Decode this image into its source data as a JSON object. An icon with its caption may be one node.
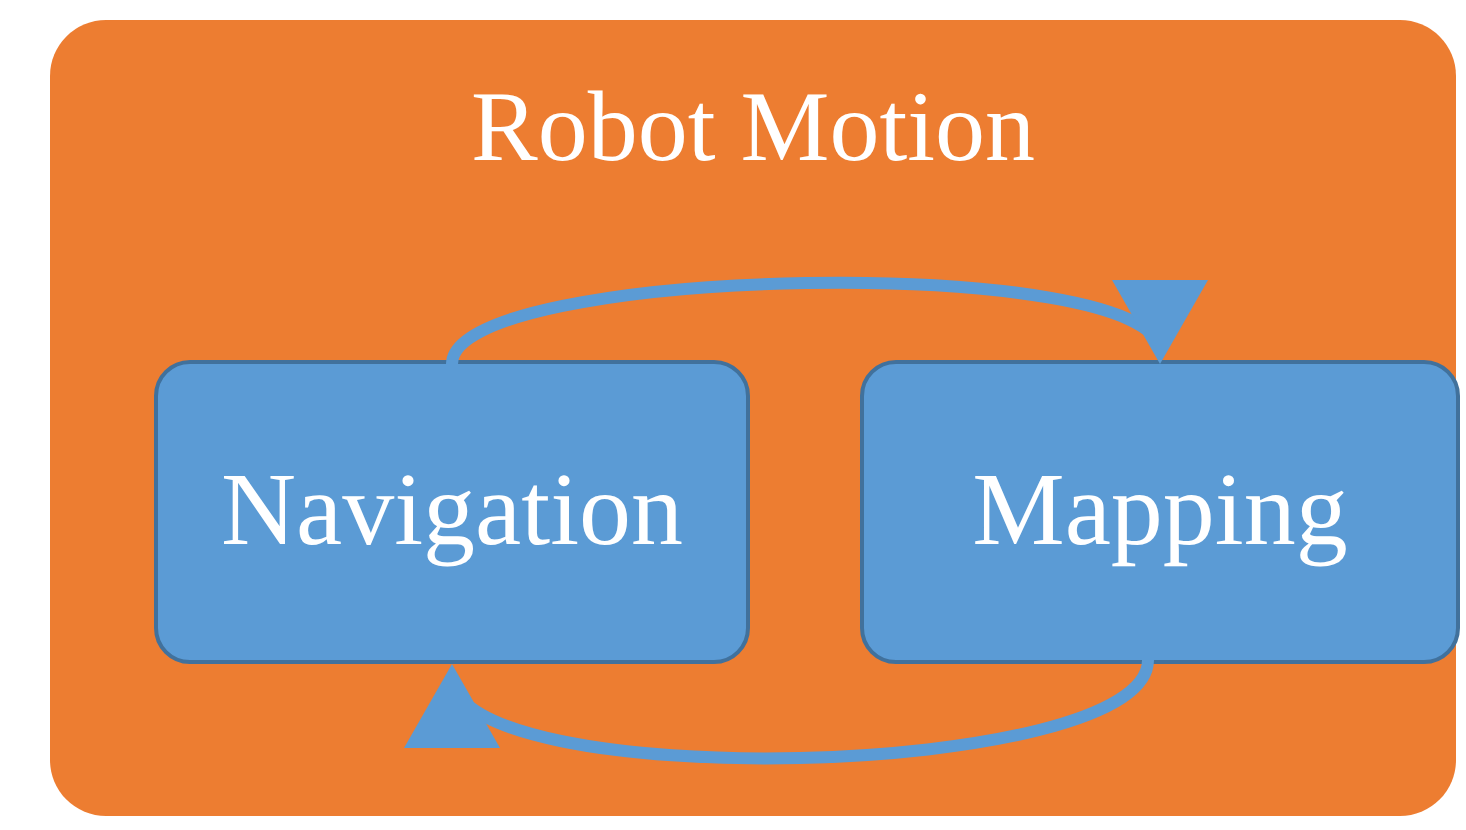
{
  "diagram": {
    "nodes": [
      {
        "text": [
          "Robot Motion"
        ]
      },
      {
        "text": [
          "Navigation"
        ],
        "in": 0
      },
      {
        "text": [
          "Mapping"
        ],
        "in": 0
      }
    ],
    "edges": [
      {
        "from": 1,
        "to": 2,
        "arrow": "to"
      },
      {
        "from": 2,
        "to": 1,
        "arrow": "to"
      }
    ]
  }
}
